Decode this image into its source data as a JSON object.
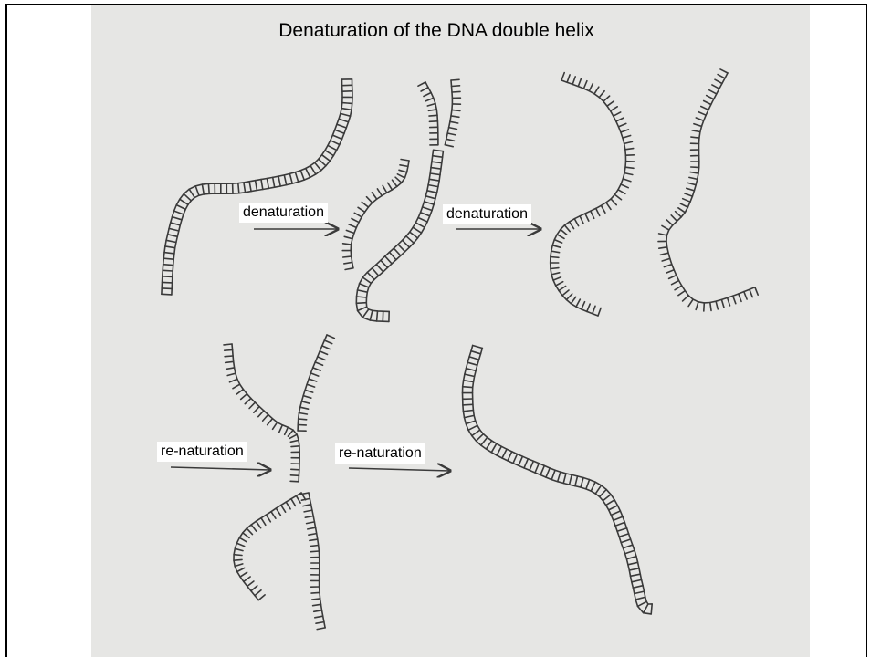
{
  "title": "Denaturation of the DNA double helix",
  "labels": {
    "denaturation_1": "denaturation",
    "denaturation_2": "denaturation",
    "renaturation_1": "re-naturation",
    "renaturation_2": "re-naturation"
  },
  "colors": {
    "background": "#ffffff",
    "paper": "#e6e6e4",
    "ink": "#3a3a3a",
    "border": "#000000"
  }
}
